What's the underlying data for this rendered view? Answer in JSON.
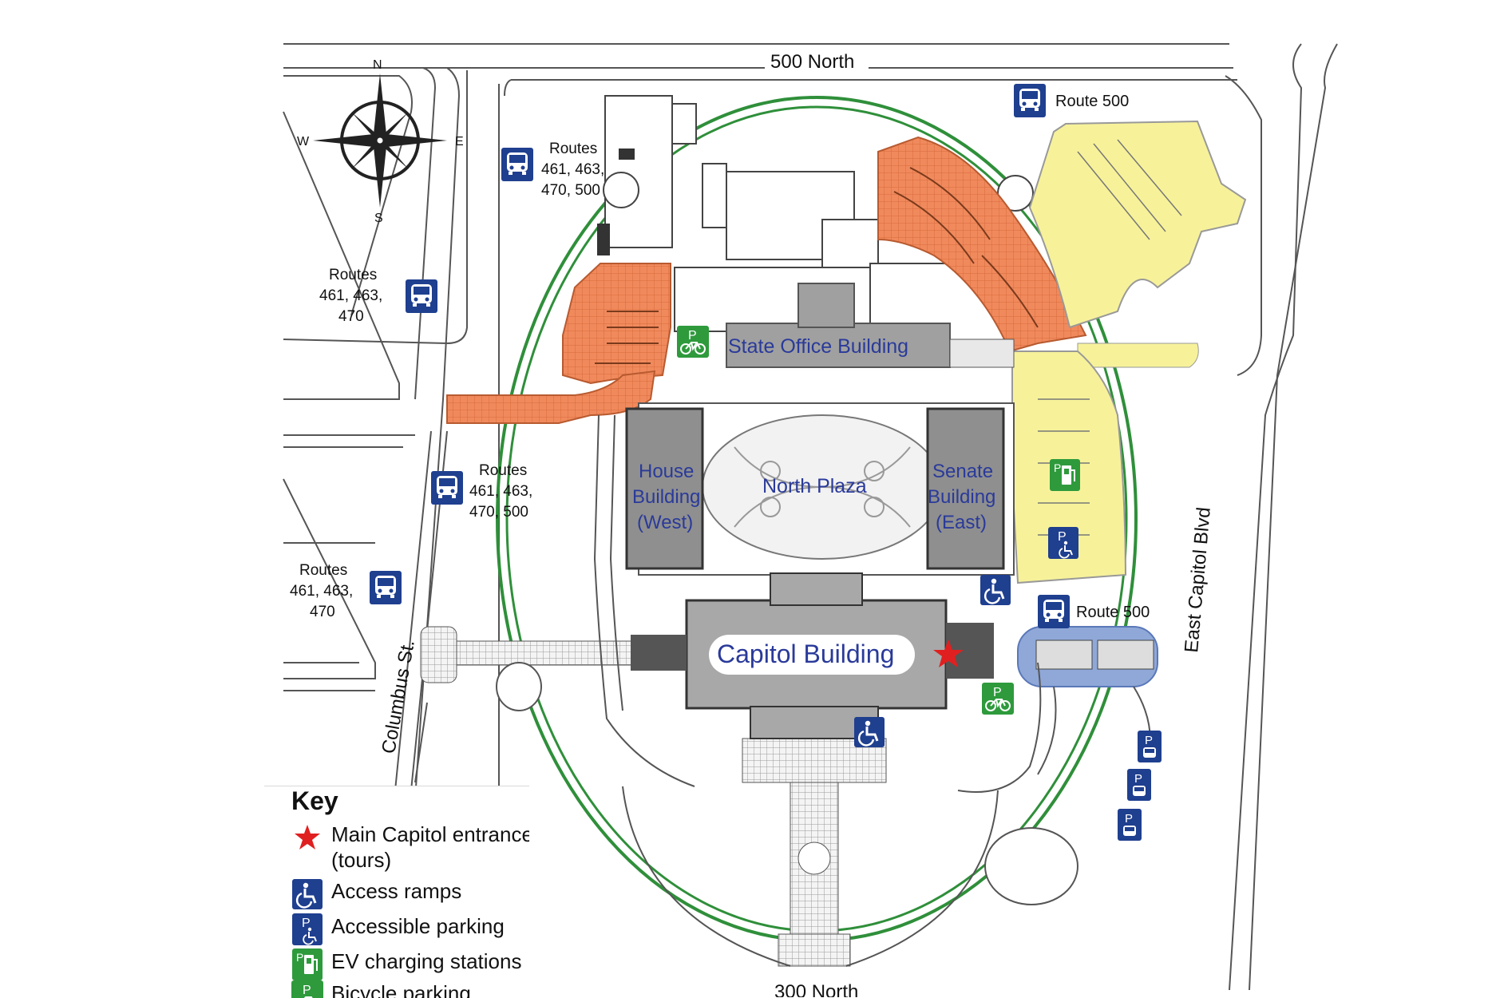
{
  "streets": {
    "north": "500 North",
    "south": "300 North",
    "west": "Columbus St.",
    "east": "East Capitol Blvd"
  },
  "compass": {
    "n": "N",
    "s": "S",
    "e": "E",
    "w": "W"
  },
  "bus_stops": [
    {
      "id": "top-right",
      "lines": [
        "Route 500"
      ]
    },
    {
      "id": "north-west",
      "lines": [
        "Routes",
        "461, 463,",
        "470, 500"
      ]
    },
    {
      "id": "west-upper",
      "lines": [
        "Routes",
        "461, 463,",
        "470"
      ]
    },
    {
      "id": "west-middle",
      "lines": [
        "Routes",
        "461, 463,",
        "470, 500"
      ]
    },
    {
      "id": "west-lower",
      "lines": [
        "Routes",
        "461, 463,",
        "470"
      ]
    },
    {
      "id": "east",
      "lines": [
        "Route 500"
      ]
    }
  ],
  "buildings": {
    "state_office": "State Office Building",
    "house": [
      "House",
      "Building",
      "(West)"
    ],
    "north_plaza": "North Plaza",
    "senate": [
      "Senate",
      "Building",
      "(East)"
    ],
    "capitol": "Capitol Building"
  },
  "key": {
    "title": "Key",
    "items": [
      {
        "icon": "star-icon",
        "label": "Main Capitol entrance (tours)"
      },
      {
        "icon": "wheelchair-ramp-icon",
        "label": "Access ramps"
      },
      {
        "icon": "accessible-parking-icon",
        "label": "Accessible parking"
      },
      {
        "icon": "ev-charging-icon",
        "label": "EV charging stations"
      },
      {
        "icon": "bicycle-parking-icon",
        "label": "Bicycle parking"
      }
    ]
  },
  "colors": {
    "orange_parking": "#f08a5d",
    "yellow_parking": "#f7f29a",
    "green_loop": "#2f8f3a",
    "building_gray": "#9a9a9a",
    "plaza_blue": "#8fa8d8",
    "icon_blue": "#1f3f8f",
    "icon_green": "#2e9a3c",
    "star_red": "#e02020"
  }
}
